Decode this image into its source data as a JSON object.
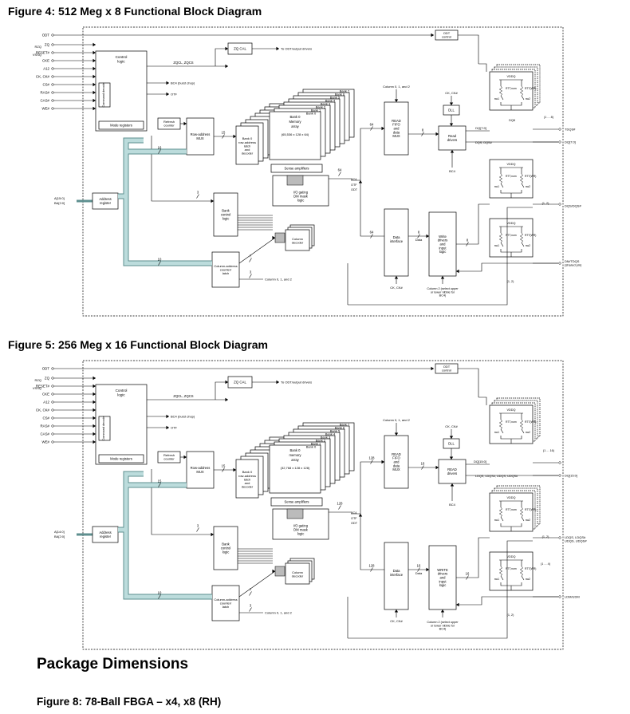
{
  "figures": [
    {
      "title": "Figure 4: 512 Meg x 8 Functional Block Diagram",
      "inputs": [
        "ODT",
        "ZQ",
        "RESET#",
        "CKE",
        "A12",
        "CK, CK#",
        "CS#",
        "RAS#",
        "CAS#",
        "WE#"
      ],
      "rzq": "RZQ",
      "vssq": "VSSQ",
      "odt_control": "ODT control",
      "control_logic": "Control logic",
      "command_decode": "Command decode",
      "mode_registers": "Mode registers",
      "zq_signals": "ZQCL, ZQCS",
      "zq_cal": "ZQ CAL",
      "to_odt": "To ODT/output drivers",
      "bc4_burst": "BC4 (burst chop)",
      "otf": "OTF",
      "refresh_counter": "Refresh counter",
      "row_mux": "Row-address MUX",
      "bank0_latch": "Bank 0 row-address latch and decoder",
      "bank_labels": [
        "Bank 7",
        "Bank 6",
        "Bank 5",
        "Bank 4",
        "Bank 3",
        "Bank 2",
        "Bank 1",
        "Bank 0"
      ],
      "memory_array": "Bank 0 Memory array",
      "array_size": "(65,536 x 128 x 64)",
      "sense_amps": "Sense amplifiers",
      "io_gating": "I/O gating DM mask logic",
      "column_decoder": "Column decoder",
      "bank_control": "Bank control logic",
      "address_register": "Address register",
      "addr_inputs": "A[15:0] BA[2:0]",
      "column_latch": "Column-address counter/ latch",
      "columns_012": "Column 0, 1, and 2",
      "read_fifo": "READ FIFO and data MUX",
      "dll": "DLL",
      "ck_ck": "CK, CK#",
      "read_drivers": "Read drivers",
      "data_interface": "Data interface",
      "data": "Data",
      "write_drivers": "Write drivers and input logic",
      "column2": "Column 2 (select upper or lower nibble for BC4)",
      "bc4": "BC4",
      "odt_label": "ODT",
      "bus_widths": [
        "15",
        "16",
        "3",
        "10",
        "7",
        "3",
        "64",
        "64",
        "8",
        "8",
        "8",
        "64",
        "8"
      ],
      "dq_label": "DQ[7:0]",
      "dqs_label": "DQS, DQS#",
      "tdqs_out": "TDQS#",
      "dq_out": "DQ[7:0]",
      "dqs_out": "DQS/DQS#",
      "dm_out": "DM/TDQS (shared pin)",
      "dq_range": "(1 ... 8)",
      "ones": "(1, 2)",
      "vddq": "VDDQ",
      "rtt_nom": "RTT,nom",
      "rtt_wr": "RTT(WR)",
      "sw1": "sw1",
      "sw2": "sw2",
      "dq8": "DQ8"
    },
    {
      "title": "Figure 5: 256 Meg x 16 Functional Block Diagram",
      "inputs": [
        "ODT",
        "ZQ",
        "RESET#",
        "CKE",
        "A12",
        "CK, CK#",
        "CS#",
        "RAS#",
        "CAS#",
        "WE#"
      ],
      "rzq": "RZQ",
      "vssq": "VSSQ",
      "odt_control": "ODT control",
      "control_logic": "Control logic",
      "command_decode": "Command decode",
      "mode_registers": "Mode registers",
      "zq_signals": "ZQCL, ZQCS",
      "zq_cal": "ZQ CAL",
      "to_odt": "To ODT/output drivers",
      "bc4_burst": "BC4 (burst chop)",
      "otf": "OTF",
      "refresh_counter": "Refresh counter",
      "row_mux": "Row-address MUX",
      "bank0_latch": "Bank 0 row-address latch and decoder",
      "bank_labels": [
        "Bank 7",
        "Bank 6",
        "Bank 5",
        "Bank 4",
        "Bank 3",
        "Bank 2",
        "Bank 1",
        "Bank 0"
      ],
      "memory_array": "Bank 0 memory array",
      "array_size": "(32,768 x 128 x 128)",
      "sense_amps": "Sense amplifiers",
      "io_gating": "I/O gating DM mask logic",
      "column_decoder": "Column decoder",
      "bank_control": "Bank control logic",
      "address_register": "Address register",
      "addr_inputs": "A[14:0] BA[2:0]",
      "column_latch": "Column-address counter/ latch",
      "columns_012": "Column 0, 1, and 2",
      "read_fifo": "READ FIFO and data MUX",
      "dll": "DLL",
      "ck_ck": "CK, CK#",
      "read_drivers": "READ drivers",
      "data_interface": "Data interface",
      "data": "Data",
      "write_drivers": "WRITE drivers and input logic",
      "column2": "Column 2 (select upper or lower nibble for BC4)",
      "bc4": "BC4",
      "odt_label": "ODT",
      "bus_widths": [
        "15",
        "15",
        "3",
        "10",
        "7",
        "3",
        "128",
        "128",
        "16",
        "16",
        "16",
        "128",
        "16"
      ],
      "dq_label": "DQ[15:0]",
      "dqs_label": "LDQS, LDQS#, UDQS, UDQS#",
      "tdqs_out": "",
      "dq_out": "DQ[15:0]",
      "dqs_out": "LDQS, LDQS# UDQS, UDQS#",
      "dm_out": "LDM/UDM",
      "dq_range": "(1 ... 16)",
      "ones": "(1, 2)",
      "vddq": "VDDQ",
      "rtt_nom": "RTT,nom",
      "rtt_wr": "RTT(WR)",
      "sw1": "sw1",
      "sw2": "sw2",
      "dq8": "",
      "dqs_range": "(1 ... 4)"
    }
  ],
  "section_title": "Package Dimensions",
  "figure8_title": "Figure 8: 78-Ball FBGA – x4, x8 (RH)",
  "colors": {
    "bus_fill": "#bcdcdc",
    "bus_stroke": "#5e8f8f",
    "line": "#000000",
    "grey": "#999999"
  }
}
